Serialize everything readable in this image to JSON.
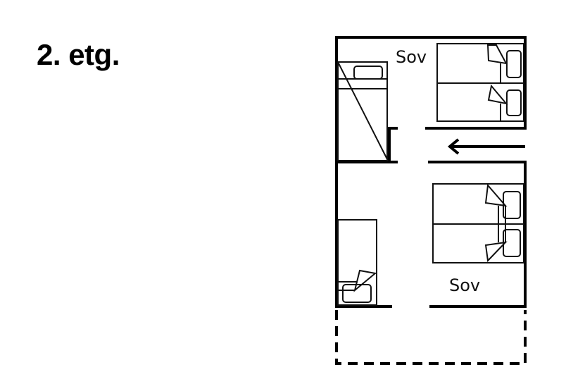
{
  "title": "2. etg.",
  "rooms": [
    {
      "label": "Sov"
    },
    {
      "label": "Sov"
    }
  ]
}
